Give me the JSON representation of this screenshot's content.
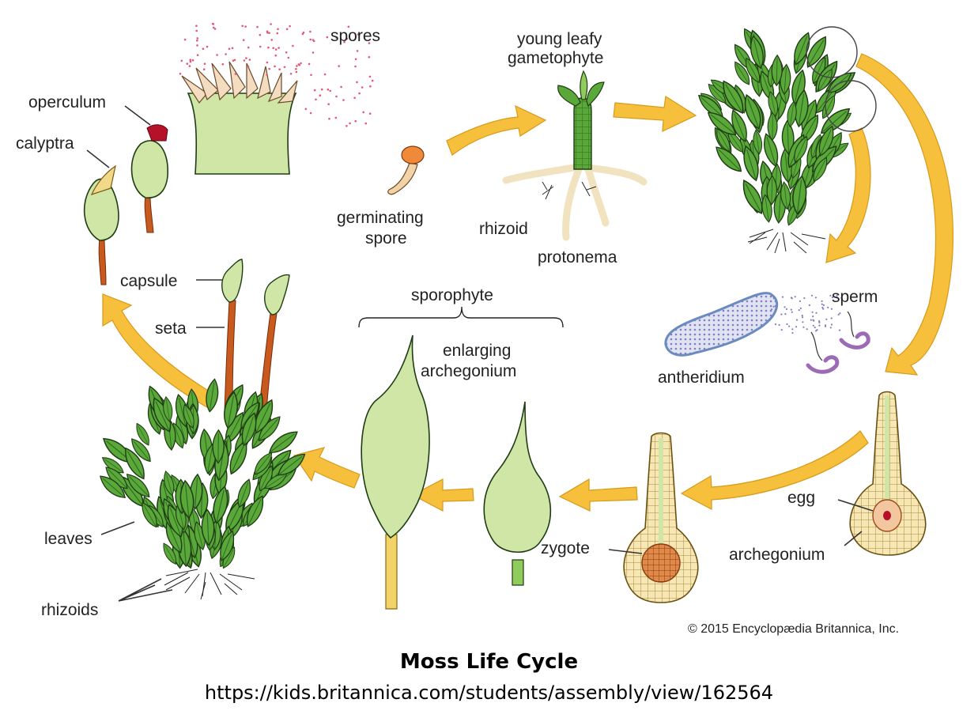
{
  "labels": {
    "spores": "spores",
    "young_leafy": "young leafy",
    "gametophyte": "gametophyte",
    "operculum": "operculum",
    "calyptra": "calyptra",
    "germinating": "germinating",
    "spore": "spore",
    "rhizoid": "rhizoid",
    "protonema": "protonema",
    "capsule": "capsule",
    "seta": "seta",
    "sporophyte": "sporophyte",
    "enlarging": "enlarging",
    "archegonium_enlarging": "archegonium",
    "sperm": "sperm",
    "antheridium": "antheridium",
    "egg": "egg",
    "archegonium": "archegonium",
    "zygote": "zygote",
    "leaves": "leaves",
    "rhizoids": "rhizoids"
  },
  "copyright": "© 2015 Encyclopædia Britannica, Inc.",
  "caption": {
    "title": "Moss Life Cycle",
    "url": "https://kids.britannica.com/students/assembly/view/162564"
  },
  "colors": {
    "arrow": "#f6bf3c",
    "leaf": "#5aa83a",
    "leaf_light": "#8fcc5c",
    "capsule": "#cfe6a6",
    "seta": "#c85a1e",
    "cells": "#f7e7b5",
    "sperm": "#9b6bb5"
  }
}
